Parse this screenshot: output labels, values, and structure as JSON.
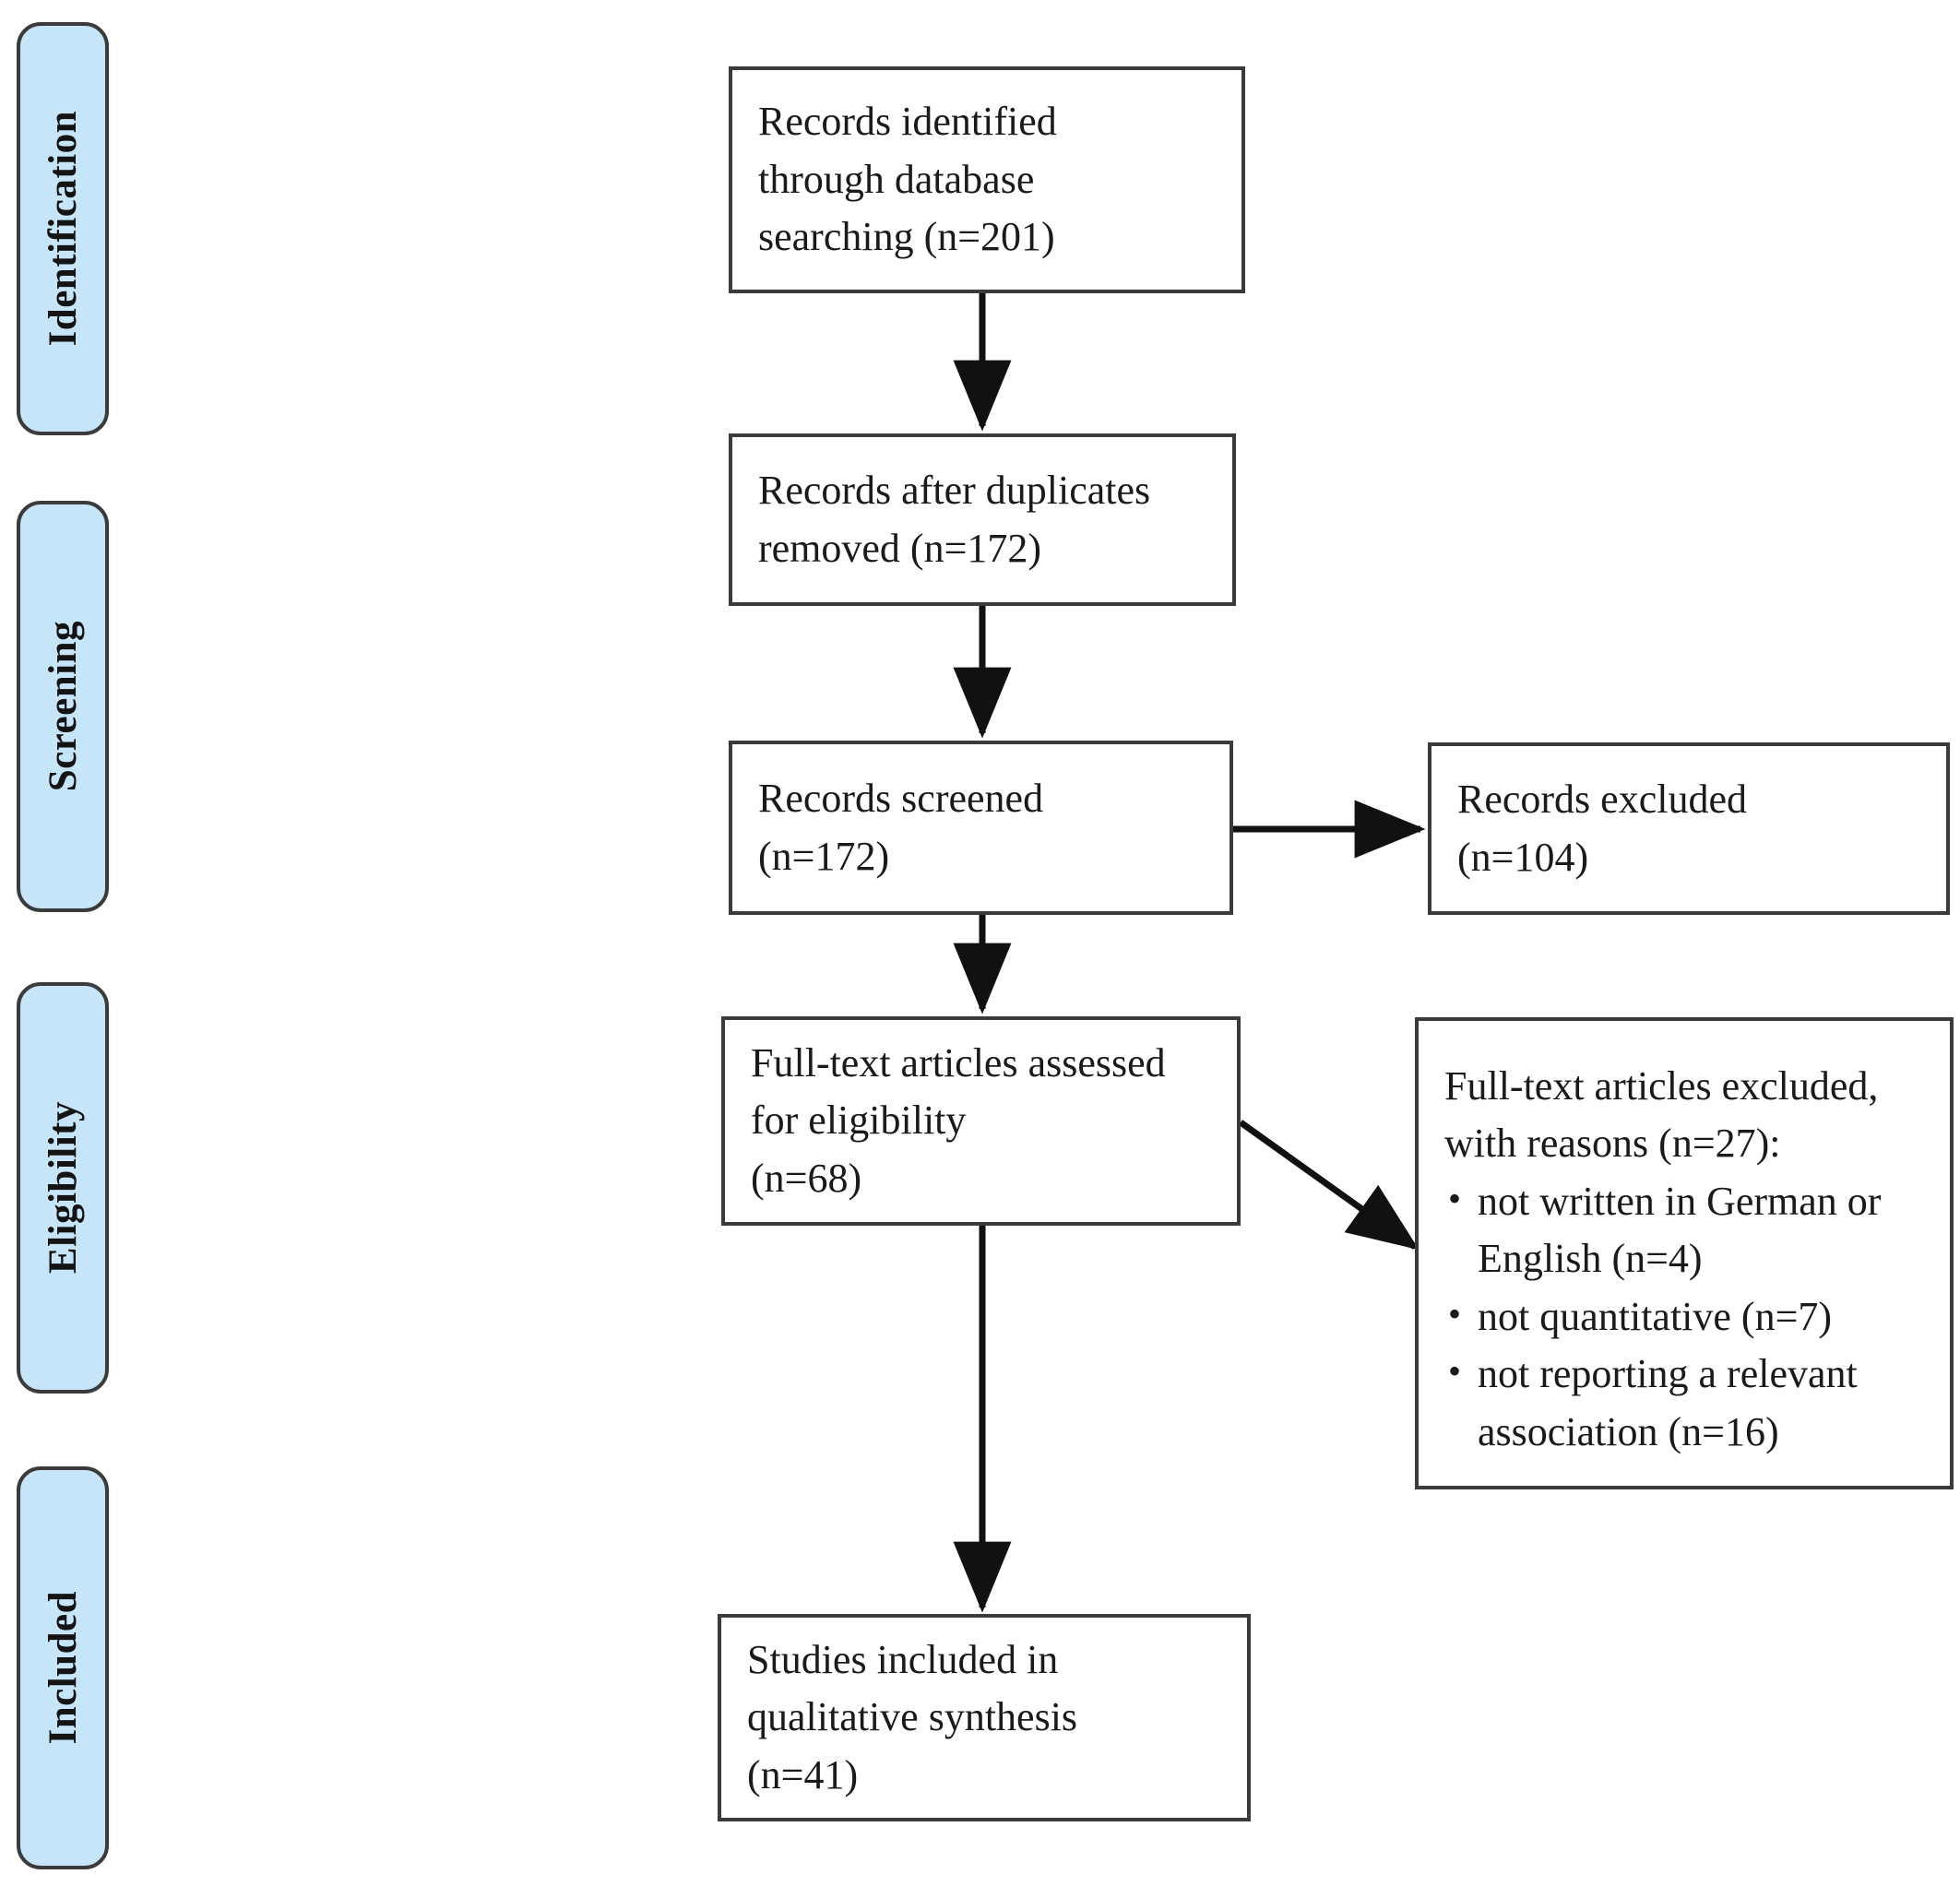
{
  "diagram": {
    "title": "PRISMA flow diagram",
    "type": "prisma-flow-diagram",
    "colors": {
      "phase_fill": "#c7e5f9",
      "phase_border": "#3b3b3b",
      "node_fill": "#ffffff",
      "node_border": "#3b3b3b",
      "edge": "#111111",
      "text": "#1a1a1a",
      "background": "#ffffff"
    }
  },
  "phases": [
    {
      "id": "identification",
      "label": "Identification"
    },
    {
      "id": "screening",
      "label": "Screening"
    },
    {
      "id": "eligibility",
      "label": "Eligibility"
    },
    {
      "id": "included",
      "label": "Included"
    }
  ],
  "nodes": {
    "records_identified": {
      "id": "records-identified",
      "lines": [
        "Records identified",
        "through database",
        "searching (n=201)"
      ],
      "n": 201
    },
    "records_after_duplicates": {
      "id": "records-after-duplicates-removed",
      "lines": [
        "Records after duplicates",
        "removed (n=172)"
      ],
      "n": 172
    },
    "records_screened": {
      "id": "records-screened",
      "lines": [
        "Records screened",
        "(n=172)"
      ],
      "n": 172
    },
    "records_excluded": {
      "id": "records-excluded",
      "lines": [
        "Records excluded",
        "(n=104)"
      ],
      "n": 104
    },
    "fulltext_assessed": {
      "id": "full-text-articles-assessed",
      "lines": [
        "Full-text articles assessed",
        "for eligibility",
        "(n=68)"
      ],
      "n": 68
    },
    "fulltext_excluded": {
      "id": "full-text-articles-excluded",
      "heading": [
        "Full-text articles excluded,",
        "with reasons (n=27):"
      ],
      "n": 27,
      "reasons": [
        {
          "text": "not written in German or English (n=4)",
          "n": 4
        },
        {
          "text": "not quantitative (n=7)",
          "n": 7
        },
        {
          "text": "not reporting a relevant association (n=16)",
          "n": 16
        }
      ]
    },
    "studies_included": {
      "id": "studies-included-qualitative-synthesis",
      "lines": [
        "Studies included in",
        "qualitative synthesis",
        "(n=41)"
      ],
      "n": 41
    }
  },
  "edges": [
    {
      "from": "records_identified",
      "to": "records_after_duplicates",
      "kind": "vertical-arrow"
    },
    {
      "from": "records_after_duplicates",
      "to": "records_screened",
      "kind": "vertical-arrow"
    },
    {
      "from": "records_screened",
      "to": "records_excluded",
      "kind": "horizontal-arrow"
    },
    {
      "from": "records_screened",
      "to": "fulltext_assessed",
      "kind": "vertical-arrow"
    },
    {
      "from": "fulltext_assessed",
      "to": "fulltext_excluded",
      "kind": "diagonal-arrow"
    },
    {
      "from": "fulltext_assessed",
      "to": "studies_included",
      "kind": "vertical-arrow"
    }
  ]
}
